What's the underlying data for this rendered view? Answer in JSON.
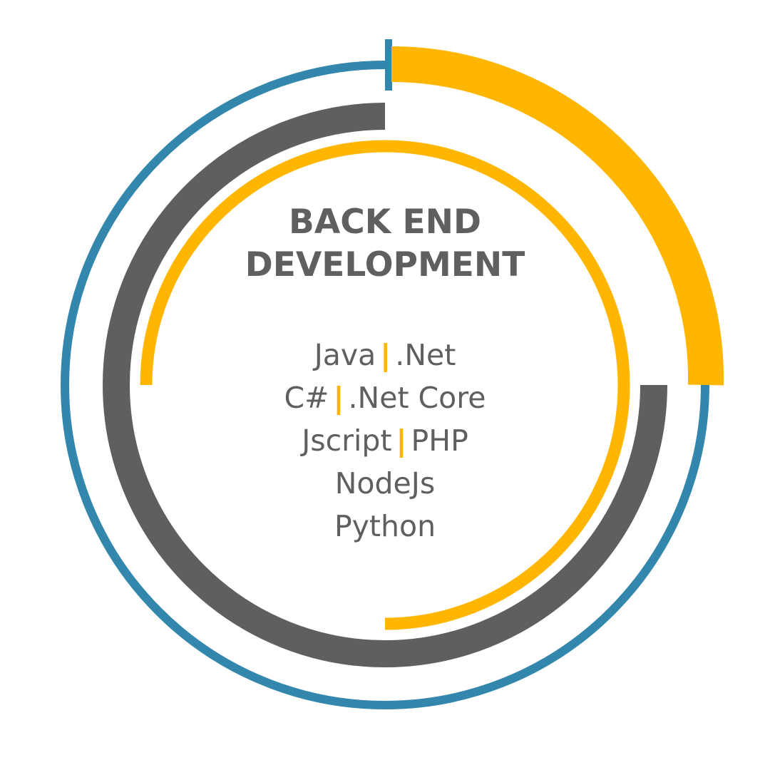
{
  "colors": {
    "blue": "#3387ad",
    "yellow": "#ffb600",
    "gray": "#5f5f5f",
    "text": "#5f5f5f"
  },
  "title": {
    "line1": "BACK END",
    "line2": "DEVELOPMENT"
  },
  "separator": "|",
  "technologies": [
    [
      "Java",
      ".Net"
    ],
    [
      "C#",
      ".Net Core"
    ],
    [
      "Jscript",
      "PHP"
    ],
    [
      "NodeJs"
    ],
    [
      "Python"
    ]
  ]
}
